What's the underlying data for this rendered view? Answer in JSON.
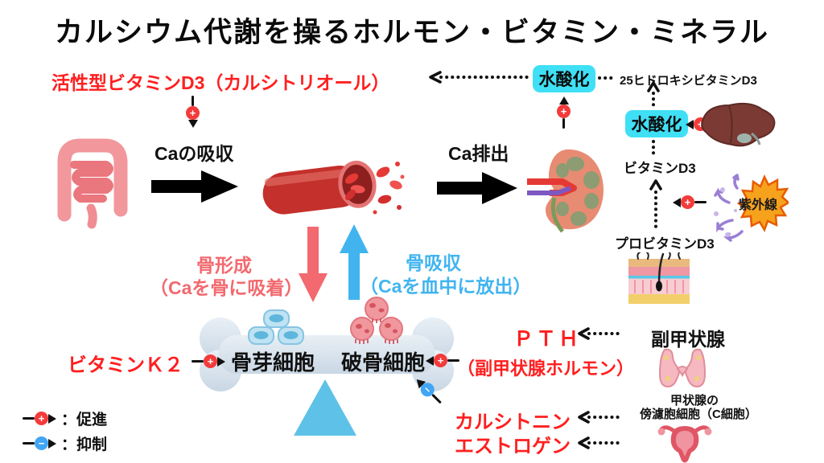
{
  "title": "カルシウム代謝を操るホルモン・ビタミン・ミネラル",
  "colors": {
    "text_red": "#ff1f1f",
    "salmon": "#f2696f",
    "light_blue": "#41b4f0",
    "cyan_box": "#3fe0f5",
    "promote_circle": "#f43b3b",
    "inhibit_circle": "#42a5f5"
  },
  "icons": {
    "plus": "+",
    "minus": "−",
    "intestine": "intestine-illustration",
    "blood_vessel": "blood-vessel-illustration",
    "kidney": "kidney-illustration",
    "liver": "liver-illustration",
    "sun": "uv-sun-illustration",
    "skin": "skin-illustration",
    "bone": "bone-seesaw-illustration",
    "thyroid": "parathyroid-gland-illustration",
    "uterus": "uterus-illustration"
  },
  "labels": {
    "active_d3": "活性型ビタミンD3（カルシトリオール）",
    "hydrox": "水酸化",
    "d3_25": "25ヒドロキシビタミンD3",
    "ca_abs": "Caの吸収",
    "ca_exc": "Ca排出",
    "d3": "ビタミンD3",
    "uv": "紫外線",
    "pro_d3": "プロビタミンD3",
    "formation": "骨形成",
    "formation_sub": "（Caを骨に吸着）",
    "resorption": "骨吸収",
    "resorption_sub": "（Caを血中に放出）",
    "osteoblast": "骨芽細胞",
    "osteoclast": "破骨細胞",
    "vitk2": "ビタミンＫ２",
    "pth": "ＰＴＨ",
    "pth_sub": "（副甲状腺ホルモン）",
    "parathyroid": "副甲状腺",
    "thyroid1": "甲状腺の",
    "thyroid2": "傍濾胞細胞（C細胞）",
    "calcitonin": "カルシトニン",
    "estrogen": "エストロゲン"
  },
  "legend": {
    "promote": "：促進",
    "inhibit": "：抑制"
  }
}
